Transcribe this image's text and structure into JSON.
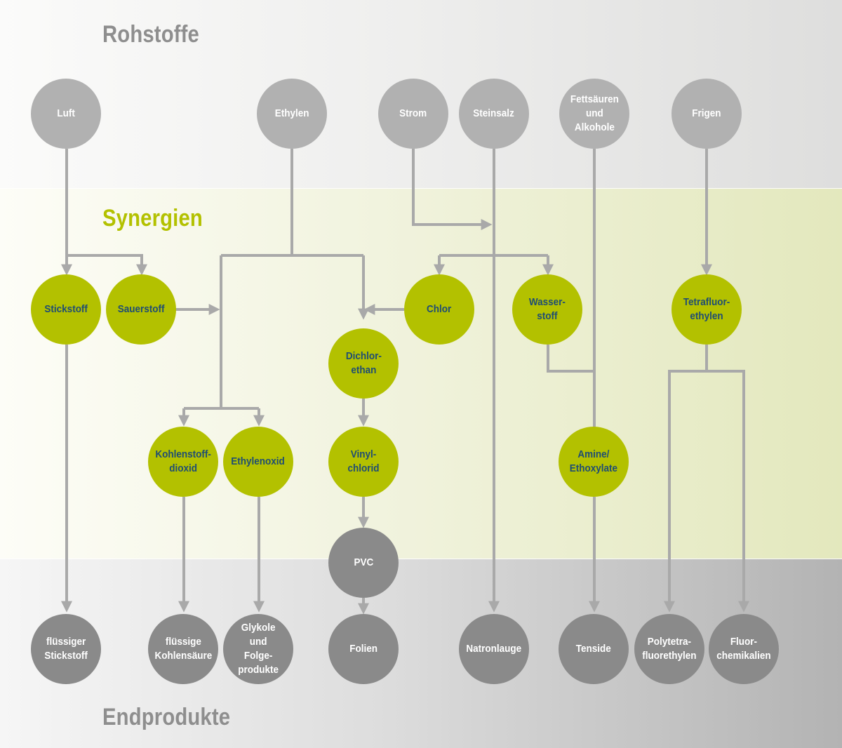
{
  "headings": {
    "raw": "Rohstoffe",
    "synergy": "Synergien",
    "products": "Endprodukte"
  },
  "colors": {
    "raw_node": "#b1b1b1",
    "synergy_node": "#b3c100",
    "synergy_text": "#1f4d73",
    "product_node": "#8a8a8a",
    "arrow": "#a9a9a9",
    "heading_green": "#b3c100",
    "heading_grey": "#8e8e8e"
  },
  "nodes": {
    "luft": "Luft",
    "ethylen": "Ethylen",
    "strom": "Strom",
    "steinsalz": "Steinsalz",
    "fettsaeuren": "Fettsäuren\nund\nAlkohole",
    "frigen": "Frigen",
    "stickstoff": "Stickstoff",
    "sauerstoff": "Sauerstoff",
    "chlor": "Chlor",
    "wasserstoff": "Wasser-\nstoff",
    "tetrafluorethylen": "Tetrafluor-\nethylen",
    "dichlorethan": "Dichlor-\nethan",
    "kohlendioxid": "Kohlenstoff-\ndioxid",
    "ethylenoxid": "Ethylenoxid",
    "vinylchlorid": "Vinyl-\nchlorid",
    "amine": "Amine/\nEthoxylate",
    "pvc": "PVC",
    "fluessiger_stickstoff": "flüssiger\nStickstoff",
    "kohlensaeure": "flüssige\nKohlensäure",
    "glykole": "Glykole\nund\nFolge-\nprodukte",
    "folien": "Folien",
    "natronlauge": "Natronlauge",
    "tenside": "Tenside",
    "polytetrafluorethylen": "Polytetra-\nfluorethylen",
    "fluorchemikalien": "Fluor-\nchemikalien"
  }
}
